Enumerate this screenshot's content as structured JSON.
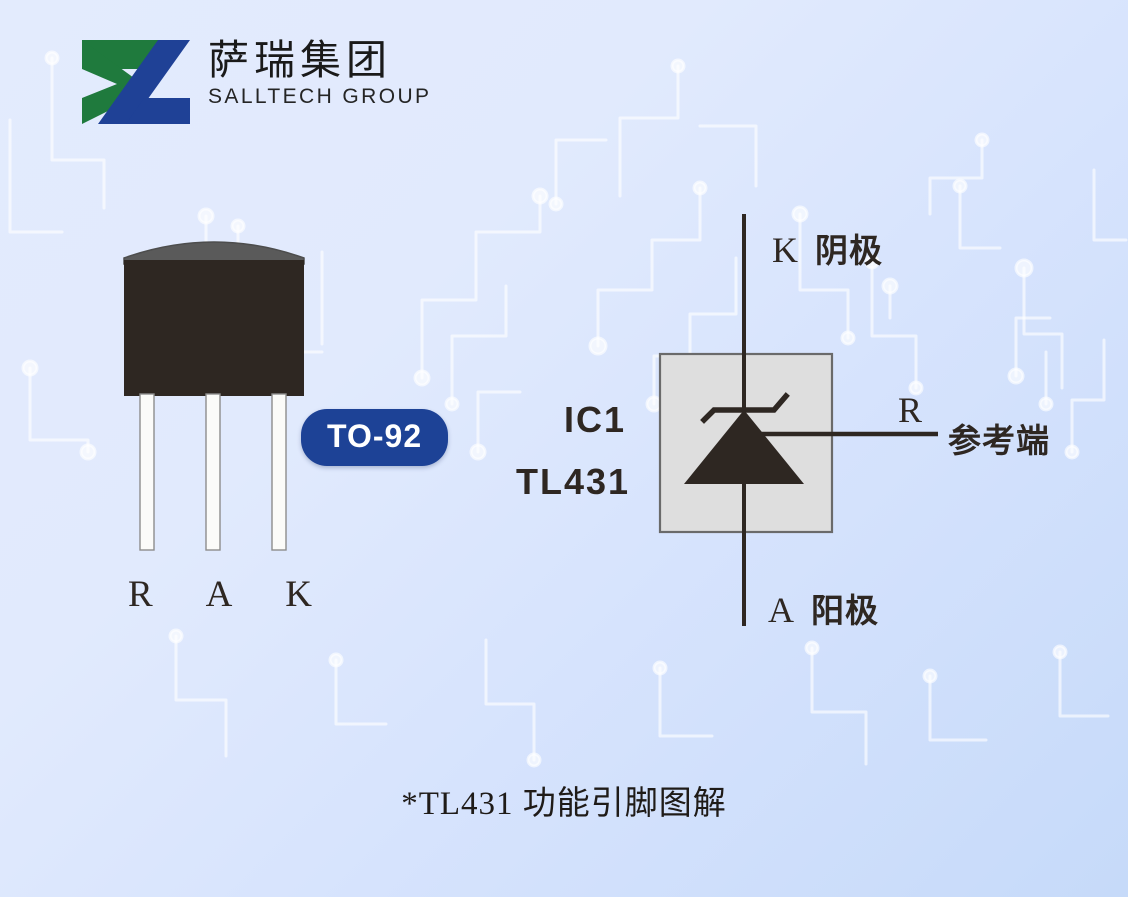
{
  "brand": {
    "name_cn": "萨瑞集团",
    "name_en": "SALLTECH GROUP",
    "logo_icon": "salltech-sz-monogram-icon",
    "colors": {
      "green": "#1f7a3d",
      "blue": "#1f4196"
    }
  },
  "background": {
    "gradient_from": "#e3ebfd",
    "gradient_to": "#c6daf9",
    "watermark": "circuit-trace-pattern"
  },
  "package": {
    "badge_label": "TO-92",
    "badge_color": "#1d4296",
    "badge_text_color": "#ffffff",
    "body_color": "#2e2722",
    "cap_color": "#5a5a5a",
    "lead_color": "#fbfbf9",
    "pins": [
      {
        "letter": "R"
      },
      {
        "letter": "A"
      },
      {
        "letter": "K"
      }
    ]
  },
  "schematic": {
    "ref_designator": "IC1",
    "part_number": "TL431",
    "symbol": "zener-shunt-regulator-icon",
    "box_fill": "#dedede",
    "line_color": "#2e2722",
    "terminals": {
      "cathode": {
        "letter": "K",
        "name_cn": "阴极"
      },
      "anode": {
        "letter": "A",
        "name_cn": "阳极"
      },
      "reference": {
        "letter": "R",
        "name_cn": "参考端"
      }
    }
  },
  "caption": {
    "text": "*TL431 功能引脚图解"
  }
}
